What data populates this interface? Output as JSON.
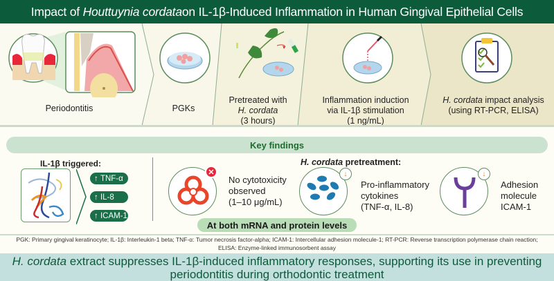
{
  "title": {
    "prefix": "Impact of ",
    "italic": "Houttuynia cordata",
    "suffix": " on IL-1β-Induced Inflammation in Human Gingival Epithelial Cells"
  },
  "steps": [
    {
      "label": "Periodontitis",
      "icon": "tooth-icon"
    },
    {
      "label": "PGKs",
      "icon": "petri-dish-icon"
    },
    {
      "line1": "Pretreated with",
      "line2_italic": "H. cordata",
      "line3": "(3 hours)",
      "icon": "plant-icon"
    },
    {
      "line1": "Inflammation induction",
      "line2": "via IL-1β stimulation",
      "line3": "(1 ng/mL)",
      "icon": "dropper-icon"
    },
    {
      "line1_italic": "H. cordata",
      "line1_rest": " impact analysis",
      "line2": "(using RT-PCR, ELISA)",
      "icon": "clipboard-icon"
    }
  ],
  "key_findings": {
    "header": "Key findings",
    "il1b": {
      "title": "IL-1β triggered:",
      "markers": [
        "TNF-α",
        "IL-8",
        "ICAM-1"
      ],
      "arrow": "↑"
    },
    "hc": {
      "title_italic": "H. cordata",
      "title_rest": " pretreatment:"
    },
    "findings": [
      {
        "lines": [
          "No cytotoxicity",
          "observed",
          "(1–10 μg/mL)"
        ],
        "badge": "✕",
        "icon": "biohazard-icon"
      },
      {
        "lines": [
          "Pro-inflammatory",
          "cytokines",
          "(TNF-α, IL-8)"
        ],
        "badge": "↓",
        "icon": "cytokines-icon"
      },
      {
        "lines": [
          "Adhesion",
          "molecule",
          "ICAM-1"
        ],
        "badge": "↓",
        "icon": "adhesion-molecule-icon"
      }
    ],
    "levels": "At both mRNA and protein levels"
  },
  "abbreviations": {
    "line1": "PGK: Primary gingival keratinocyte; IL-1β: Interleukin-1 beta; TNF-α: Tumor necrosis factor-alpha; ICAM-1: Intercellular adhesion molecule-1; RT-PCR: Reverse transcription polymerase chain reaction;",
    "line2": "ELISA: Enzyme-linked immunosorbent assay"
  },
  "conclusion": {
    "italic": "H. cordata",
    "line1_rest": " extract suppresses IL-1β-induced inflammatory responses, supporting its use in preventing",
    "line2": "periodontitis during orthodontic treatment"
  },
  "colors": {
    "title_bg": "#0c5b3b",
    "pill": "#1a6e48",
    "key_findings_bar": "#cbe2d1",
    "conclusion_bg": "#c3e0de"
  }
}
